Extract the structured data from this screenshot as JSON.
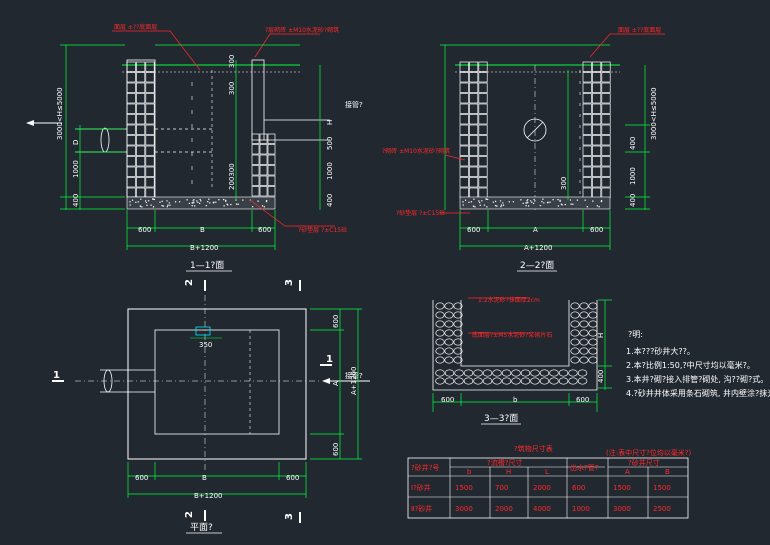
{
  "views": {
    "section11": {
      "title": "1—1?面",
      "note_left_top": "面层 ±??底面层",
      "note_right_top": "?层砌砖 ±M10水泥砂?砌筑",
      "note_left_mid": "?层砌砖 ±M10水泥砂?砌筑",
      "note_bottom": "?砂垫层 ?±C15砼",
      "flow_in": "接管?",
      "dims": {
        "d300": "300",
        "d500": "500",
        "d1000": "1000",
        "d400": "400",
        "d300b": "300",
        "dD": "D",
        "dH": "H",
        "dH5000": "3000<H≤5000",
        "d600a": "600",
        "dB": "B",
        "d600b": "600",
        "dB1200": "B+1200",
        "d200": "200300"
      }
    },
    "section22": {
      "title": "2—2?面",
      "note_top": "面层 ±??底面层",
      "note_mid": "?砌砖 ±M10水泥砂?砌筑",
      "note_bottom": "?砂垫层 ?±C15砼",
      "dims": {
        "d600a": "600",
        "dA": "A",
        "d600b": "600",
        "dA1200": "A+1200",
        "dH5000": "3000<H≤5000",
        "d400": "400",
        "d1000": "1000",
        "d300": "300"
      }
    },
    "section33": {
      "title": "3—3?面",
      "note_1": "1:2水泥砂?抹面厚2cm",
      "note_2": "底面层?±M5水泥砂?浆砌片石",
      "dims": {
        "d600a": "600",
        "db": "b",
        "d600b": "600",
        "dH": "H",
        "d400": "400"
      }
    },
    "plan": {
      "title": "平面?",
      "flow_out": "接管?",
      "cut1": "1",
      "cut2": "2",
      "cut3": "3",
      "dims": {
        "d350": "350",
        "d600a": "600",
        "dB": "B",
        "d600b": "600",
        "dB1200": "B+1200",
        "d600c": "600",
        "dA": "A",
        "d600d": "600",
        "dA1200": "A+1200"
      }
    }
  },
  "notes": {
    "heading": "?明:",
    "items": [
      "1.本???砂井大??。",
      "2.本?比例1:50,?中尺寸均以毫米?。",
      "3.本井?砌?接入排管?砌处, 沟??砌?式。",
      "4.?砂井井体采用条石砌筑, 井内壁涂?抹光"
    ]
  },
  "table": {
    "title": "?筑物尺寸表",
    "note": "(注:表中尺寸?位均以毫米?)",
    "headers": [
      "?砂井?号",
      "?流槽?尺寸",
      "",
      "",
      "出水?管?",
      "?砂井尺寸",
      ""
    ],
    "subheaders": [
      "",
      "b",
      "H",
      "L",
      "",
      "A",
      "B"
    ],
    "rows": [
      [
        "Ⅰ?砂井",
        "1500",
        "700",
        "2000",
        "600",
        "1500",
        "1500"
      ],
      [
        "Ⅱ?砂井",
        "3000",
        "2000",
        "4000",
        "1000",
        "3000",
        "2500"
      ]
    ]
  },
  "colors": {
    "background": "#212830",
    "dim_line": "#00ff3c",
    "leader": "#ff2a2a",
    "wall": "#ffffff",
    "axis": "#ffffff",
    "table_border": "#ffffff"
  }
}
